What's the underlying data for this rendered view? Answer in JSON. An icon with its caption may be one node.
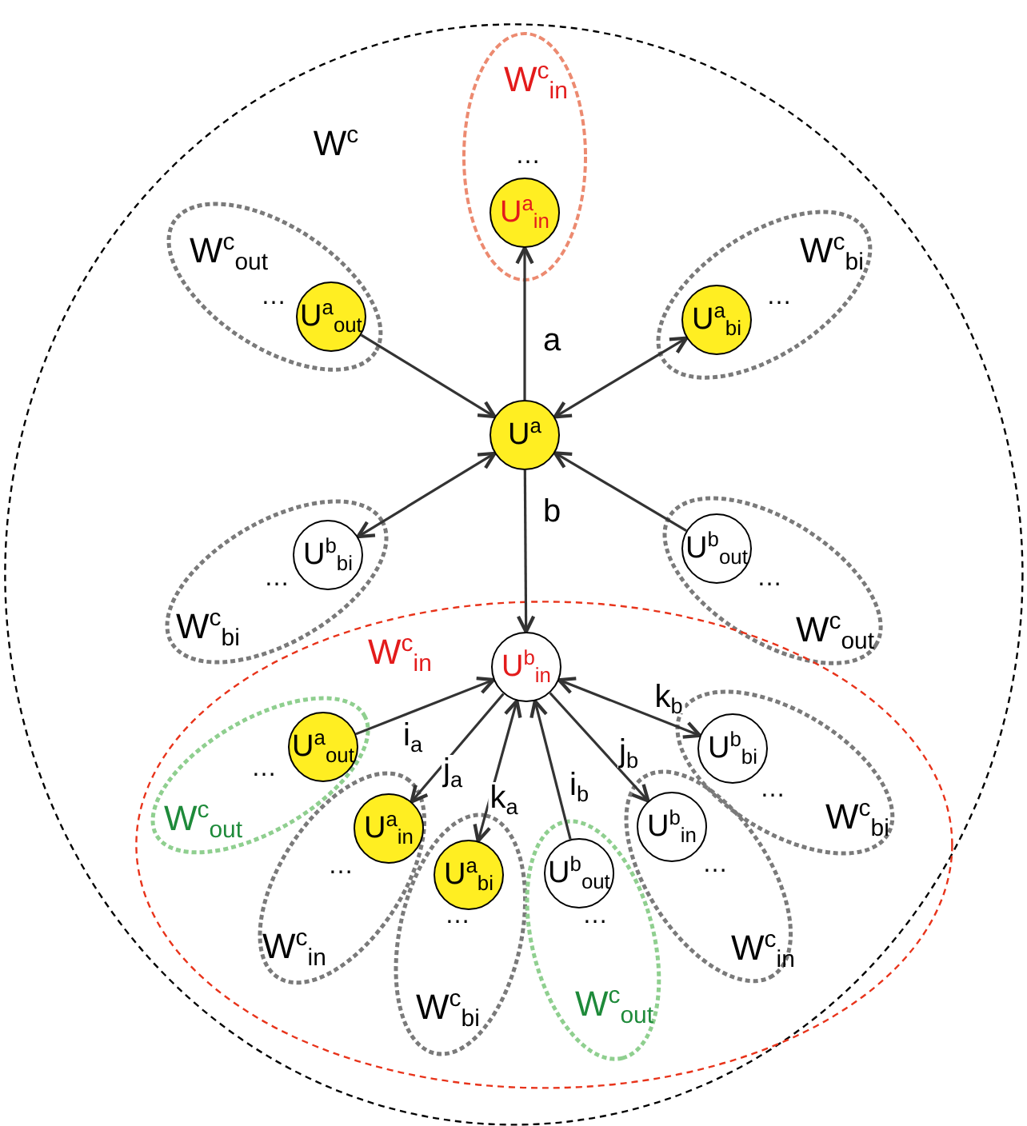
{
  "diagram": {
    "nodes": [
      {
        "text": [
          "W$^{c}$"
        ]
      },
      {
        "text": [
          "W$^{c}$$_{in}$",
          "…"
        ],
        "in": 0
      },
      {
        "text": [
          "U$^{a}$$_{in}$"
        ],
        "in": 1
      },
      {
        "text": [
          "W$^{c}$$_{out}$",
          "…"
        ],
        "in": 0
      },
      {
        "text": [
          "U$^{a}$$_{out}$"
        ],
        "in": 3
      },
      {
        "text": [
          "W$^{c}$$_{bi}$",
          "…"
        ],
        "in": 0
      },
      {
        "text": [
          "U$^{a}$$_{bi}$"
        ],
        "in": 5
      },
      {
        "text": [
          "U$^{a}$"
        ],
        "in": 0
      },
      {
        "text": [
          "…",
          "W$^{c}$$_{bi}$"
        ],
        "in": 0
      },
      {
        "text": [
          "U$^{b}$$_{bi}$"
        ],
        "in": 8
      },
      {
        "text": [
          "…",
          "W$^{c}$$_{out}$"
        ],
        "in": 0
      },
      {
        "text": [
          "U$^{b}$$_{out}$"
        ],
        "in": 10
      },
      {
        "text": [
          "W$^{c}$$_{in}$"
        ],
        "in": 0
      },
      {
        "text": [
          "U$^{b}$$_{in}$"
        ],
        "in": 12
      },
      {
        "text": [
          "…",
          "W$^{c}$$_{out}$"
        ],
        "in": 12
      },
      {
        "text": [
          "U$^{a}$$_{out}$"
        ],
        "in": 14
      },
      {
        "text": [
          "…",
          "W$^{c}$$_{in}$"
        ],
        "in": 12
      },
      {
        "text": [
          "U$^{a}$$_{in}$"
        ],
        "in": 16
      },
      {
        "text": [
          "…",
          "W$^{c}$$_{bi}$"
        ],
        "in": 12
      },
      {
        "text": [
          "U$^{a}$$_{bi}$"
        ],
        "in": 18
      },
      {
        "text": [
          "…",
          "W$^{c}$$_{out}$"
        ],
        "in": 12
      },
      {
        "text": [
          "U$^{b}$$_{out}$"
        ],
        "in": 20
      },
      {
        "text": [
          "…",
          "W$^{c}$$_{in}$"
        ],
        "in": 12
      },
      {
        "text": [
          "U$^{b}$$_{in}$"
        ],
        "in": 22
      },
      {
        "text": [
          "…",
          "W$^{c}$$_{bi}$"
        ],
        "in": 12
      },
      {
        "text": [
          "U$^{b}$$_{bi}$"
        ],
        "in": 24
      }
    ],
    "edges": [
      {
        "from": 7,
        "to": 2,
        "arrow": "to",
        "label": "a"
      },
      {
        "from": 4,
        "to": 7,
        "arrow": "to"
      },
      {
        "from": 6,
        "to": 7,
        "arrow": "both"
      },
      {
        "from": 9,
        "to": 7,
        "arrow": "both"
      },
      {
        "from": 11,
        "to": 7,
        "arrow": "to"
      },
      {
        "from": 7,
        "to": 13,
        "arrow": "to",
        "label": "b"
      },
      {
        "from": 15,
        "to": 13,
        "arrow": "to",
        "label": "i$_{a}$"
      },
      {
        "from": 13,
        "to": 17,
        "arrow": "to",
        "label": "j$_{a}$"
      },
      {
        "from": 19,
        "to": 13,
        "arrow": "both",
        "label": "k$_{a}$"
      },
      {
        "from": 21,
        "to": 13,
        "arrow": "to",
        "label": "i$_{b}$"
      },
      {
        "from": 13,
        "to": 23,
        "arrow": "to",
        "label": "j$_{b}$"
      },
      {
        "from": 13,
        "to": 25,
        "arrow": "both",
        "label": "k$_{b}$"
      }
    ]
  }
}
